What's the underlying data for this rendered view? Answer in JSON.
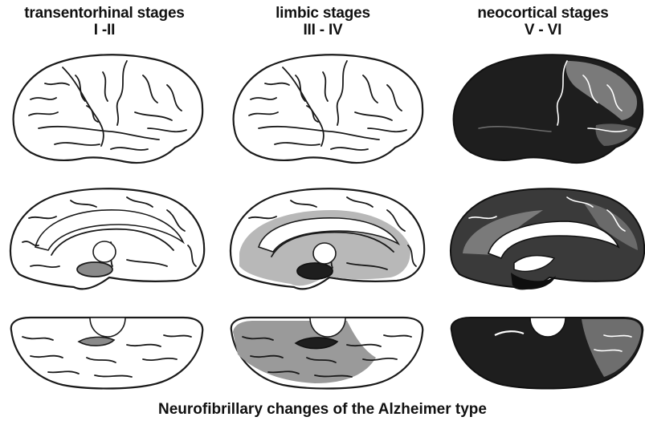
{
  "columns": [
    {
      "title": "transentorhinal stages",
      "stages": "I -II"
    },
    {
      "title": "limbic stages",
      "stages": "III - IV"
    },
    {
      "title": "neocortical stages",
      "stages": "V - VI"
    }
  ],
  "caption": "Neurofibrillary changes of the Alzheimer type",
  "colors": {
    "outline": "#1a1a1a",
    "light_involvement": "#b8b8b8",
    "moderate_involvement": "#8a8a8a",
    "dense_involvement": "#1e1e1e"
  }
}
